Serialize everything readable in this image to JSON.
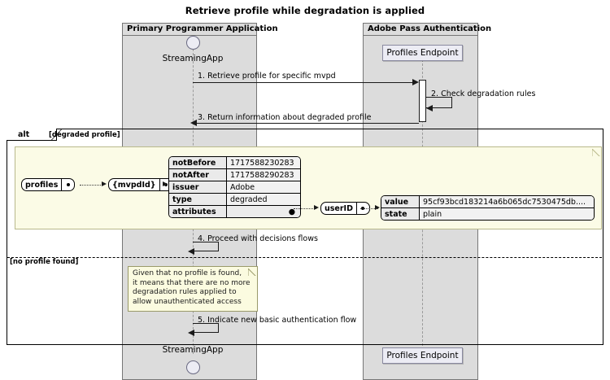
{
  "title": "Retrieve profile while degradation is applied",
  "participants": {
    "left_group_title": "Primary Programmer Application",
    "right_group_title": "Adobe Pass Authentication",
    "actor_name": "StreamingApp",
    "endpoint_name": "Profiles Endpoint"
  },
  "messages": [
    {
      "id": "1",
      "label": "1. Retrieve profile for specific mvpd",
      "kind": "call",
      "from": "StreamingApp",
      "to": "Profiles Endpoint"
    },
    {
      "id": "2",
      "label": "2. Check degradation rules",
      "kind": "self",
      "from": "Profiles Endpoint",
      "to": "Profiles Endpoint"
    },
    {
      "id": "3",
      "label": "3. Return information about degraded profile",
      "kind": "return",
      "from": "Profiles Endpoint",
      "to": "StreamingApp"
    },
    {
      "id": "4",
      "label": "4. Proceed with decisions flows",
      "kind": "self",
      "from": "StreamingApp",
      "to": "StreamingApp"
    },
    {
      "id": "5",
      "label": "5. Indicate new basic authentication flow",
      "kind": "self",
      "from": "StreamingApp",
      "to": "StreamingApp"
    }
  ],
  "fragment": {
    "operator": "alt",
    "guard_1": "[degraded profile]",
    "guard_2": "[no profile found]"
  },
  "object_graph": {
    "nodes": [
      {
        "name": "profiles"
      },
      {
        "name": "{mvpdId}"
      },
      {
        "name": "userID"
      }
    ],
    "profile_table": {
      "rows": [
        {
          "key": "notBefore",
          "value": "1717588230283"
        },
        {
          "key": "notAfter",
          "value": "1717588290283"
        },
        {
          "key": "issuer",
          "value": "Adobe"
        },
        {
          "key": "type",
          "value": "degraded"
        },
        {
          "key": "attributes",
          "value": ""
        }
      ]
    },
    "userid_table": {
      "rows": [
        {
          "key": "value",
          "value": "95cf93bcd183214a6b065dc7530475db...."
        },
        {
          "key": "state",
          "value": "plain"
        }
      ]
    }
  },
  "note": {
    "lines": [
      "Given that no profile is found,",
      "it means that there are no more",
      "degradation rules applied to",
      "allow unauthenticated access"
    ]
  },
  "colors": {
    "group_fill": "#dcdcdc",
    "note_fill": "#fbfbe0",
    "panel_fill": "#fbfbe6",
    "participant_fill": "#ececf4",
    "line": "#1a1a1a"
  }
}
